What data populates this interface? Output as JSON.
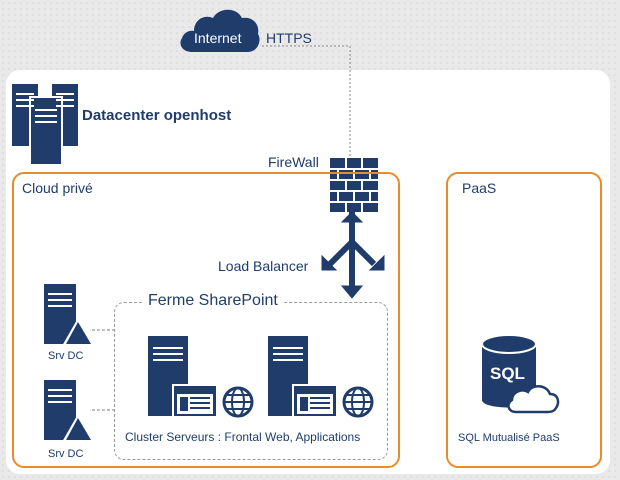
{
  "internet": {
    "label": "Internet",
    "protocol": "HTTPS"
  },
  "datacenter": {
    "title": "Datacenter openhost"
  },
  "firewall": {
    "label": "FireWall"
  },
  "load_balancer": {
    "label": "Load Balancer"
  },
  "cloud_prive": {
    "title": "Cloud privé",
    "srv_dc_1": "Srv DC",
    "srv_dc_2": "Srv DC"
  },
  "sharepoint": {
    "title": "Ferme SharePoint",
    "cluster_label": "Cluster Serveurs : Frontal Web, Applications"
  },
  "paas": {
    "title": "PaaS",
    "sql_icon_text": "SQL",
    "sql_label": "SQL Mutualisé PaaS"
  },
  "colors": {
    "navy": "#1f3c6b",
    "orange": "#e98a2c",
    "background": "#e9e9ea",
    "dashed": "#9a9a9a"
  }
}
